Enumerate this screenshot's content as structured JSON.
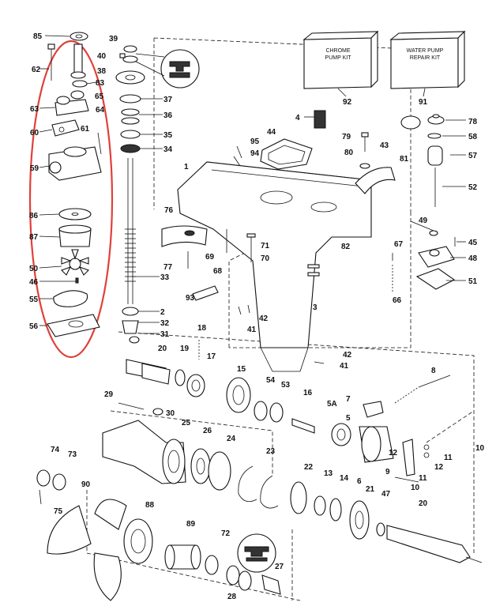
{
  "highlight_color": "#e0403a",
  "kits": {
    "chrome": [
      "CHROME",
      "PUMP KIT"
    ],
    "water": [
      "WATER PUMP",
      "REPAIR KIT"
    ]
  },
  "callouts": {
    "p85": "85",
    "p62": "62",
    "p83": "83",
    "p65": "65",
    "p64": "64",
    "p63": "63",
    "p60": "60",
    "p61": "61",
    "p59": "59",
    "p86": "86",
    "p87": "87",
    "p50": "50",
    "p46": "46",
    "p55": "55",
    "p56": "56",
    "p39": "39",
    "p40": "40",
    "p38": "38",
    "p37": "37",
    "p36": "36",
    "p35": "35",
    "p34": "34",
    "p33": "33",
    "p2": "2",
    "p32": "32",
    "p31": "31",
    "p92": "92",
    "p91": "91",
    "p4": "4",
    "p44": "44",
    "p95": "95",
    "p94": "94",
    "p1": "1",
    "p79": "79",
    "p80": "80",
    "p81": "81",
    "p43": "43",
    "p78": "78",
    "p58": "58",
    "p57": "57",
    "p52": "52",
    "p49": "49",
    "p45": "45",
    "p48": "48",
    "p51": "51",
    "p76": "76",
    "p77": "77",
    "p69": "69",
    "p68": "68",
    "p71": "71",
    "p70": "70",
    "p82": "82",
    "p67": "67",
    "p66": "66",
    "p3": "3",
    "p93": "93",
    "p41a": "41",
    "p42a": "42",
    "p42b": "42",
    "p41b": "41",
    "p18": "18",
    "p20a": "20",
    "p19": "19",
    "p17": "17",
    "p15": "15",
    "p54": "54",
    "p53": "53",
    "p16": "16",
    "p5a": "5A",
    "p7": "7",
    "p5": "5",
    "p8": "8",
    "p29": "29",
    "p30": "30",
    "p25": "25",
    "p26": "26",
    "p24": "24",
    "p23": "23",
    "p22": "22",
    "p13": "13",
    "p14": "14",
    "p12": "12",
    "p10a": "10",
    "p11a": "11",
    "p12b": "12",
    "p11b": "11",
    "p10b": "10",
    "p6": "6",
    "p9": "9",
    "p74": "74",
    "p73": "73",
    "p75": "75",
    "p90": "90",
    "p88": "88",
    "p89": "89",
    "p72": "72",
    "p21": "21",
    "p47": "47",
    "p20b": "20",
    "p28": "28",
    "p27": "27"
  }
}
